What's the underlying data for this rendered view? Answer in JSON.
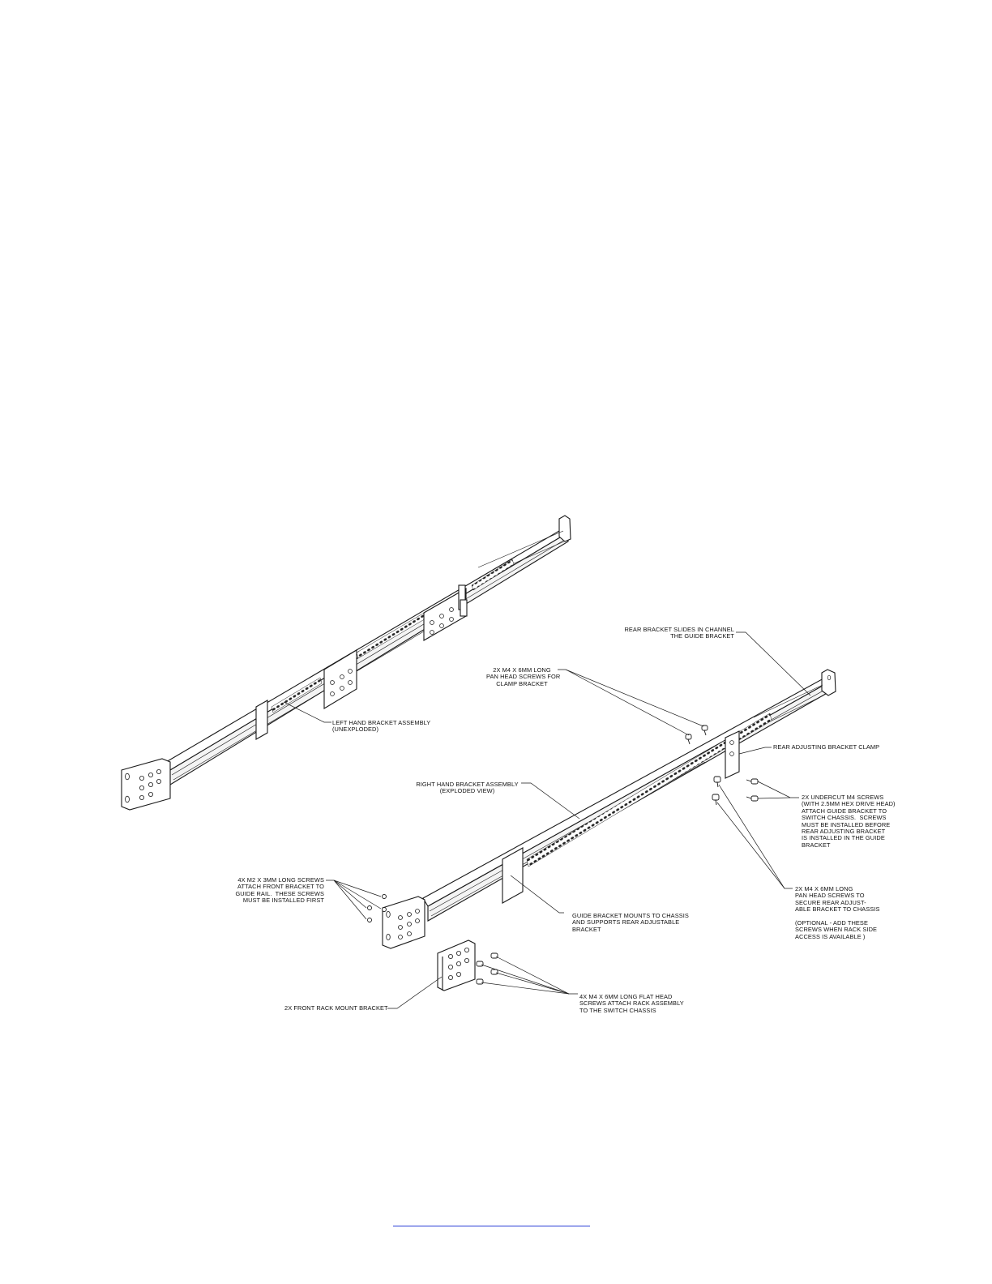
{
  "callouts": {
    "rear_bracket_slides": "REAR BRACKET SLIDES IN CHANNEL\nTHE GUIDE BRACKET",
    "clamp_screws": "2X M4 X 6MM LONG\nPAN HEAD SCREWS FOR\nCLAMP BRACKET",
    "left_hand_assembly": "LEFT HAND BRACKET ASSEMBLY\n(UNEXPLODED)",
    "rear_adjusting_clamp": "REAR ADJUSTING BRACKET CLAMP",
    "right_hand_assembly": "RIGHT HAND BRACKET ASSEMBLY\n(EXPLODED VIEW)",
    "undercut_screws": "2X UNDERCUT M4 SCREWS\n(WITH 2.5mm HEX DRIVE HEAD)\nATTACH GUIDE BRACKET TO\nSWITCH CHASSIS.  SCREWS\nMUST BE INSTALLED BEFORE\nREAR ADJUSTING BRACKET\nIS INSTALLED IN THE GUIDE\nBRACKET",
    "m2_screws": "4X M2 X 3MM LONG SCREWS\nATTACH FRONT BRACKET TO\nGUIDE RAIL.  THESE SCREWS\nMUST BE INSTALLED FIRST",
    "guide_bracket_mounts": "GUIDE BRACKET MOUNTS TO CHASSIS\nAND SUPPORTS REAR ADJUSTABLE\nBRACKET",
    "rear_adjust_screws": "2X M4 X 6MM LONG\nPAN HEAD SCREWS TO\nSECURE REAR ADJUST-\nABLE BRACKET TO CHASSIS\n\n(OPTIONAL - ADD THESE\nSCREWS WHEN RACK SIDE\nACCESS IS AVAILABLE )",
    "front_rack_bracket": "2X FRONT RACK MOUNT BRACKET",
    "flat_head_screws": "4X M4 X 6MM LONG FLAT HEAD\nSCREWS ATTACH RACK ASSEMBLY\nTO THE SWITCH CHASSIS"
  },
  "colors": {
    "line": "#1a1a1a",
    "link": "#2a3fd6"
  }
}
